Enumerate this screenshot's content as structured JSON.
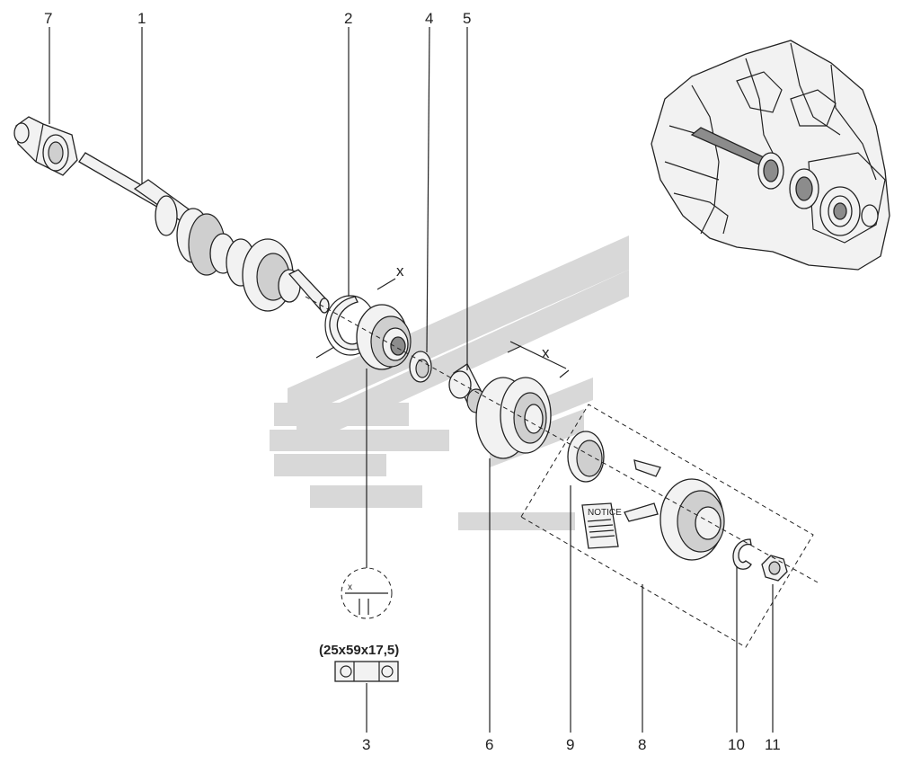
{
  "callouts": {
    "n1": "1",
    "n2": "2",
    "n3": "3",
    "n4": "4",
    "n5": "5",
    "n6": "6",
    "n7": "7",
    "n8": "8",
    "n9": "9",
    "n10": "10",
    "n11": "11"
  },
  "dimension_x_label": "x",
  "bearing_spec": "(25x59x17,5)",
  "notice_label": "NOTICE",
  "colors": {
    "line": "#222222",
    "watermark": "#c8c8c8",
    "part_fill": "#f2f2f2"
  }
}
